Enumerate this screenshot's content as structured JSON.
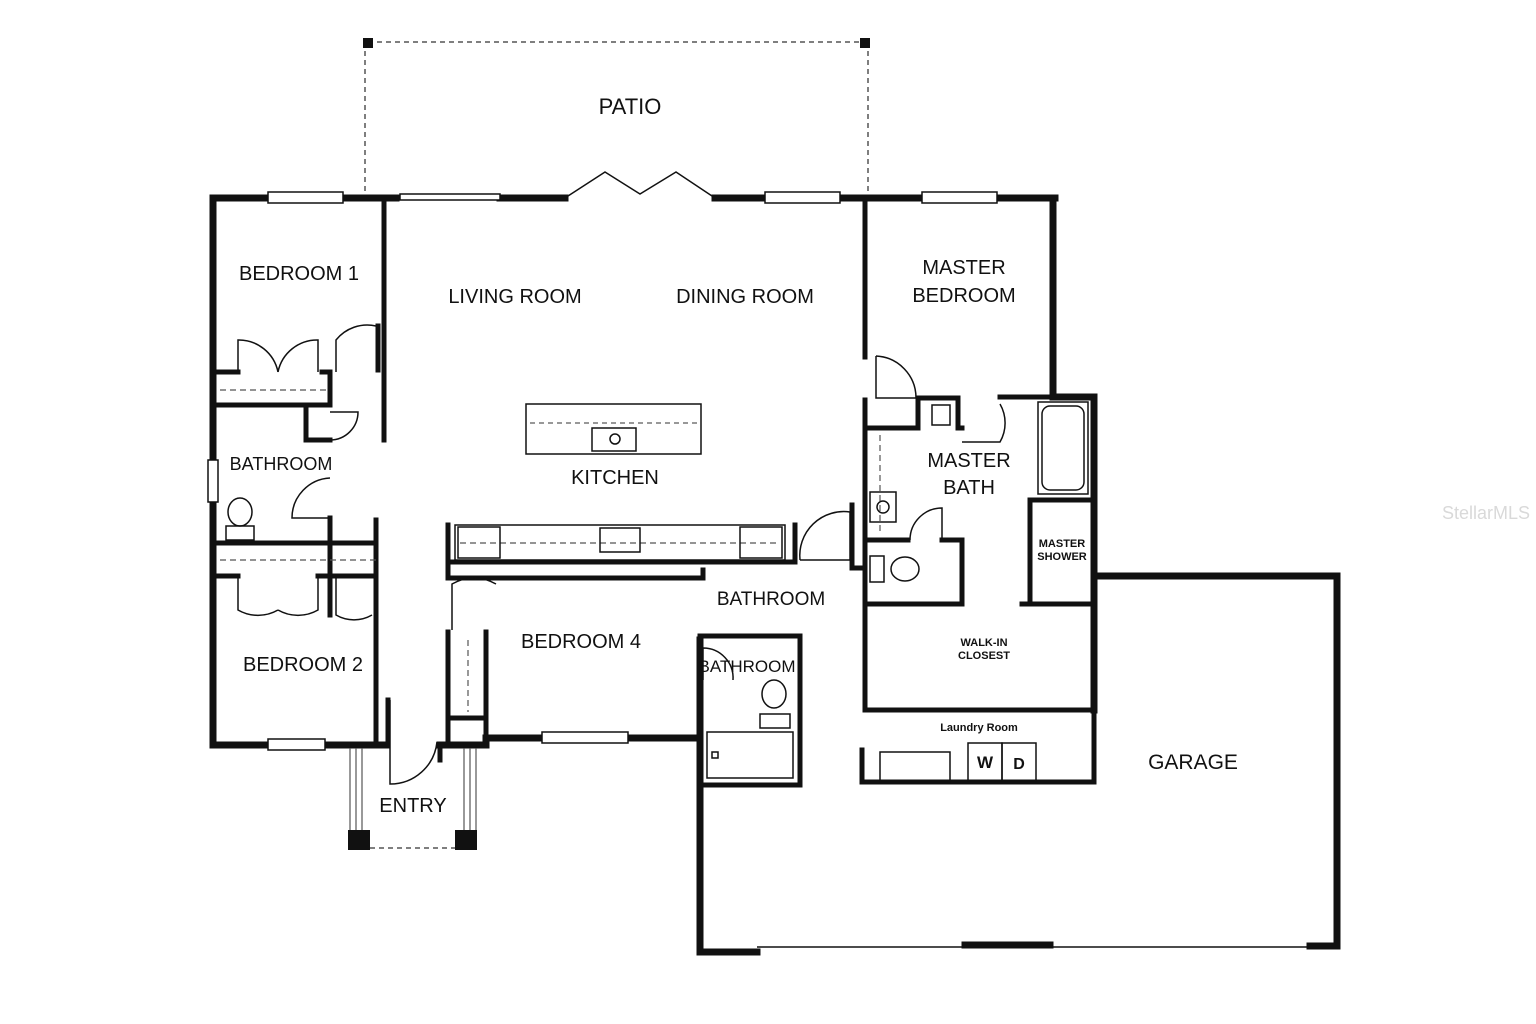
{
  "plan": {
    "rooms": {
      "patio": "PATIO",
      "bedroom1": "BEDROOM 1",
      "living_room": "LIVING ROOM",
      "dining_room": "DINING ROOM",
      "master_bedroom_1": "MASTER",
      "master_bedroom_2": "BEDROOM",
      "bathroom_left": "BATHROOM",
      "kitchen": "KITCHEN",
      "master_bath_1": "MASTER",
      "master_bath_2": "BATH",
      "master_shower_1": "MASTER",
      "master_shower_2": "SHOWER",
      "bathroom_center": "BATHROOM",
      "bedroom4": "BEDROOM 4",
      "bathroom_small": "BATHROOM",
      "walkin_1": "WALK-IN",
      "walkin_2": "CLOSEST",
      "bedroom2": "BEDROOM 2",
      "laundry": "Laundry Room",
      "washer": "W",
      "dryer": "D",
      "garage": "GARAGE",
      "entry": "ENTRY"
    },
    "watermark": "StellarMLS"
  }
}
